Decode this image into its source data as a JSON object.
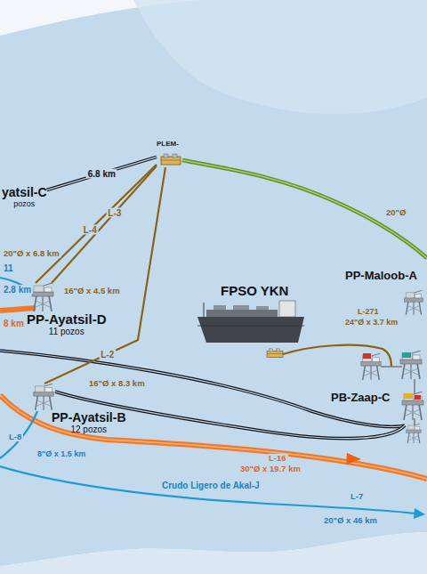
{
  "diagram": {
    "nodes": [
      {
        "text": [
          "PLEM-"
        ]
      },
      {
        "text": [
          "yatsil-C",
          "pozos"
        ]
      },
      {
        "text": [
          "PP-Ayatsil-D",
          "11 pozos"
        ]
      },
      {
        "text": [
          "FPSO YKN"
        ]
      },
      {
        "text": [
          "PP-Maloob-A"
        ]
      },
      {
        "text": [
          "PB-Zaap-C"
        ]
      },
      {
        "text": [
          "PP-Ayatsil-B",
          "12 pozos"
        ]
      }
    ],
    "edges": [
      {
        "from": 1,
        "to": 0,
        "label": "6.8 km",
        "arrow": "none"
      },
      {
        "from": 2,
        "to": 0,
        "label": "L-4",
        "arrow": "none"
      },
      {
        "from": 2,
        "to": 0,
        "label": "L-3",
        "arrow": "none"
      },
      {
        "from": 6,
        "to": 0,
        "label": "L-2",
        "arrow": "none"
      }
    ],
    "labels": [
      "11",
      "2.8 km",
      "8 km",
      "20\"Ø x 6.8 km",
      "16\"Ø x 4.5 km",
      "16\"Ø x 8.3 km",
      "20\"Ø",
      "L-271",
      "24\"Ø x 3.7 km",
      "L-8",
      "8\"Ø x 1.5 km",
      "L-16",
      "30\"Ø x 19.7 km",
      "Crudo Ligero de Akal-J",
      "L-7",
      "20\"Ø x 46 km"
    ]
  }
}
